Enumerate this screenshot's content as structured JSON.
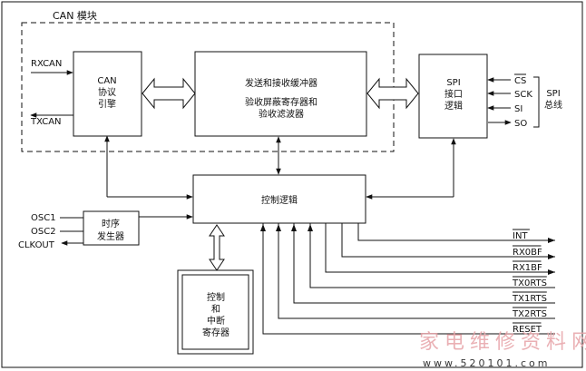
{
  "can_module": {
    "title": "CAN 模块"
  },
  "signals": {
    "rxcan": "RXCAN",
    "txcan": "TXCAN",
    "osc1": "OSC1",
    "osc2": "OSC2",
    "clkout": "CLKOUT"
  },
  "blocks": {
    "can_protocol": [
      "CAN",
      "协议",
      "引擎"
    ],
    "buffers": [
      "发送和接收缓冲器",
      "验收屏蔽寄存器和",
      "验收滤波器"
    ],
    "spi_interface": [
      "SPI",
      "接口",
      "逻辑"
    ],
    "control_logic": "控制逻辑",
    "timing_generator": [
      "时序",
      "发生器"
    ],
    "control_regs": [
      "控制",
      "和",
      "中断",
      "寄存器"
    ]
  },
  "spi_bus": {
    "label": [
      "SPI",
      "总线"
    ],
    "pins": [
      "CS",
      "SCK",
      "SI",
      "SO"
    ],
    "overlined": [
      true,
      false,
      false,
      false
    ]
  },
  "outputs": [
    {
      "name": "INT",
      "overline": true
    },
    {
      "name": "RX0BF",
      "overline": true
    },
    {
      "name": "RX1BF",
      "overline": true
    },
    {
      "name": "TX0RTS",
      "overline": true
    },
    {
      "name": "TX1RTS",
      "overline": true
    },
    {
      "name": "TX2RTS",
      "overline": true
    },
    {
      "name": "RESET",
      "overline": true
    }
  ],
  "watermark": {
    "text": "家电维修资料网",
    "url": "www.520101.com"
  },
  "colors": {
    "line": "#111111",
    "watermark": "#e7a3a8"
  }
}
